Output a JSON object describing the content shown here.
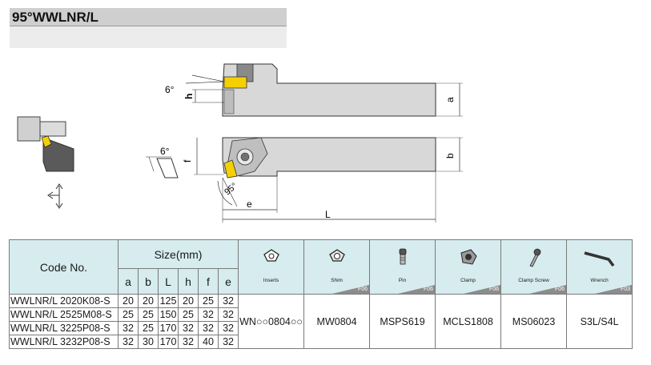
{
  "title": "95°WWLNR/L",
  "drawing": {
    "angle_top": "6°",
    "angle_side": "6°",
    "angle_lead": "95°",
    "dim_h": "h",
    "dim_a": "a",
    "dim_f": "f",
    "dim_b": "b",
    "dim_e": "e",
    "dim_L": "L"
  },
  "table": {
    "code_header": "Code No.",
    "size_header": "Size(mm)",
    "columns": [
      "a",
      "b",
      "L",
      "h",
      "f",
      "e"
    ],
    "parts": [
      {
        "label": "Inserts",
        "icon": "insert-icon",
        "tag": ""
      },
      {
        "label": "Shim",
        "icon": "shim-icon",
        "tag": "F06"
      },
      {
        "label": "Pin",
        "icon": "pin-icon",
        "tag": "F06"
      },
      {
        "label": "Clamp",
        "icon": "clamp-icon",
        "tag": "F06"
      },
      {
        "label": "Clamp Screw",
        "icon": "screw-icon",
        "tag": "F06"
      },
      {
        "label": "Wrench",
        "icon": "wrench-icon",
        "tag": "F03"
      }
    ],
    "rows": [
      {
        "code": "WWLNR/L  2020K08-S",
        "a": "20",
        "b": "20",
        "L": "125",
        "h": "20",
        "f": "25",
        "e": "32"
      },
      {
        "code": "WWLNR/L  2525M08-S",
        "a": "25",
        "b": "25",
        "L": "150",
        "h": "25",
        "f": "32",
        "e": "32"
      },
      {
        "code": "WWLNR/L  3225P08-S",
        "a": "32",
        "b": "25",
        "L": "170",
        "h": "32",
        "f": "32",
        "e": "32"
      },
      {
        "code": "WWLNR/L  3232P08-S",
        "a": "32",
        "b": "30",
        "L": "170",
        "h": "32",
        "f": "40",
        "e": "32"
      }
    ],
    "parts_values": [
      "WN○○0804○○",
      "MW0804",
      "MSPS619",
      "MCLS1808",
      "MS06023",
      "S3L/S4L"
    ]
  },
  "colors": {
    "header_fill": "#d6ecef",
    "insert_yellow": "#f5d000",
    "body_gray": "#d8d8d8",
    "tag_gray": "#8c8c8c"
  }
}
